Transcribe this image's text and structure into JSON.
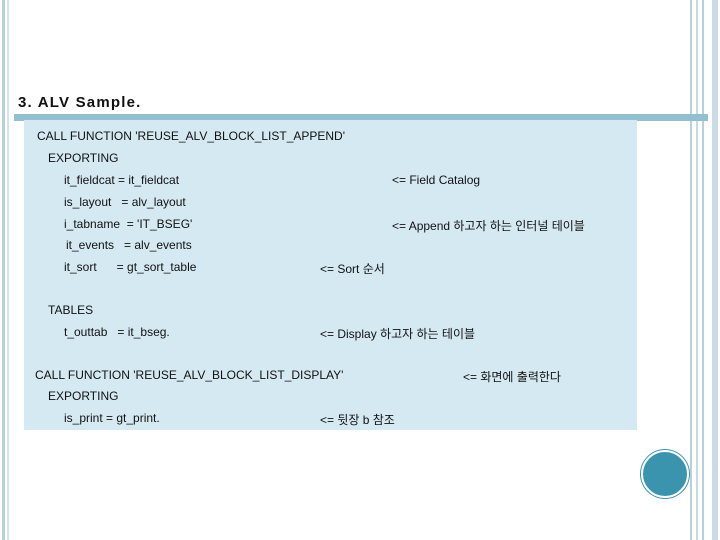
{
  "title": "3. ALV Sample.",
  "lines": [
    "CALL FUNCTION 'REUSE_ALV_BLOCK_LIST_APPEND'",
    "EXPORTING",
    "it_fieldcat = it_fieldcat",
    "is_layout   = alv_layout",
    "i_tabname  = 'IT_BSEG'",
    "it_events   = alv_events",
    "it_sort      = gt_sort_table",
    "TABLES",
    "t_outtab   = it_bseg.",
    "CALL FUNCTION 'REUSE_ALV_BLOCK_LIST_DISPLAY'",
    "EXPORTING",
    "is_print = gt_print."
  ],
  "comments": [
    "<= Field Catalog",
    "<= Append 하고자 하는 인터널 테이블",
    "<= Sort 순서",
    "<= Display 하고자 하는 테이블",
    "<= 화면에 출력한다",
    "<= 뒷장 b 참조"
  ]
}
